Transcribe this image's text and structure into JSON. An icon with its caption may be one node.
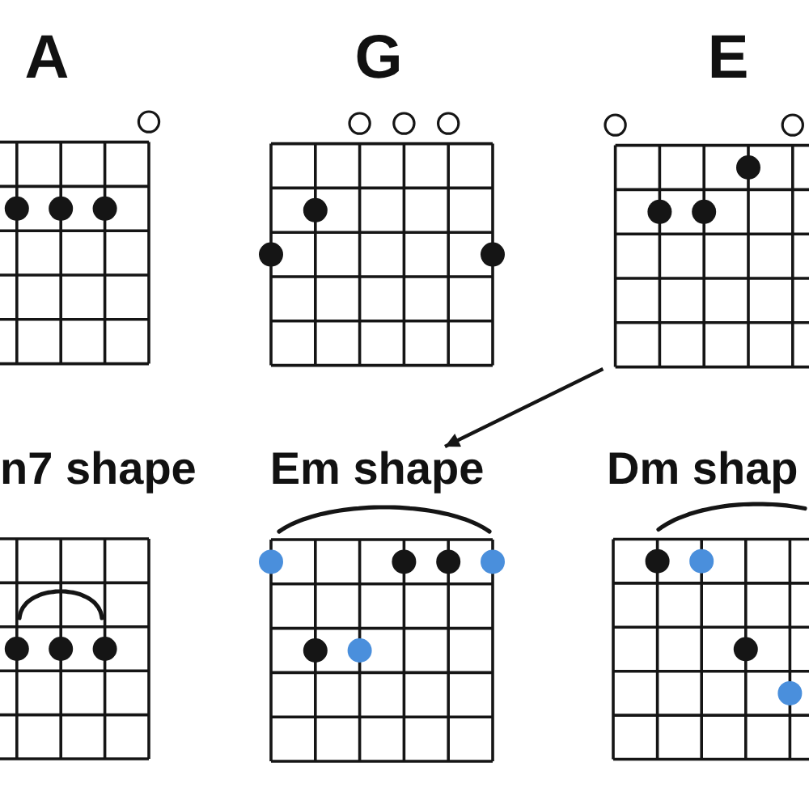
{
  "diagram": {
    "nodes": [
      {
        "text": [
          "A"
        ]
      },
      {
        "text": [
          "G"
        ]
      },
      {
        "text": [
          "E"
        ]
      },
      {
        "text": [
          "n7 shape"
        ]
      },
      {
        "text": [
          "Em shape"
        ]
      },
      {
        "text": [
          "Dm shap"
        ]
      }
    ],
    "edges": [
      {
        "from": 2,
        "to": 4,
        "arrow": "to"
      }
    ]
  }
}
